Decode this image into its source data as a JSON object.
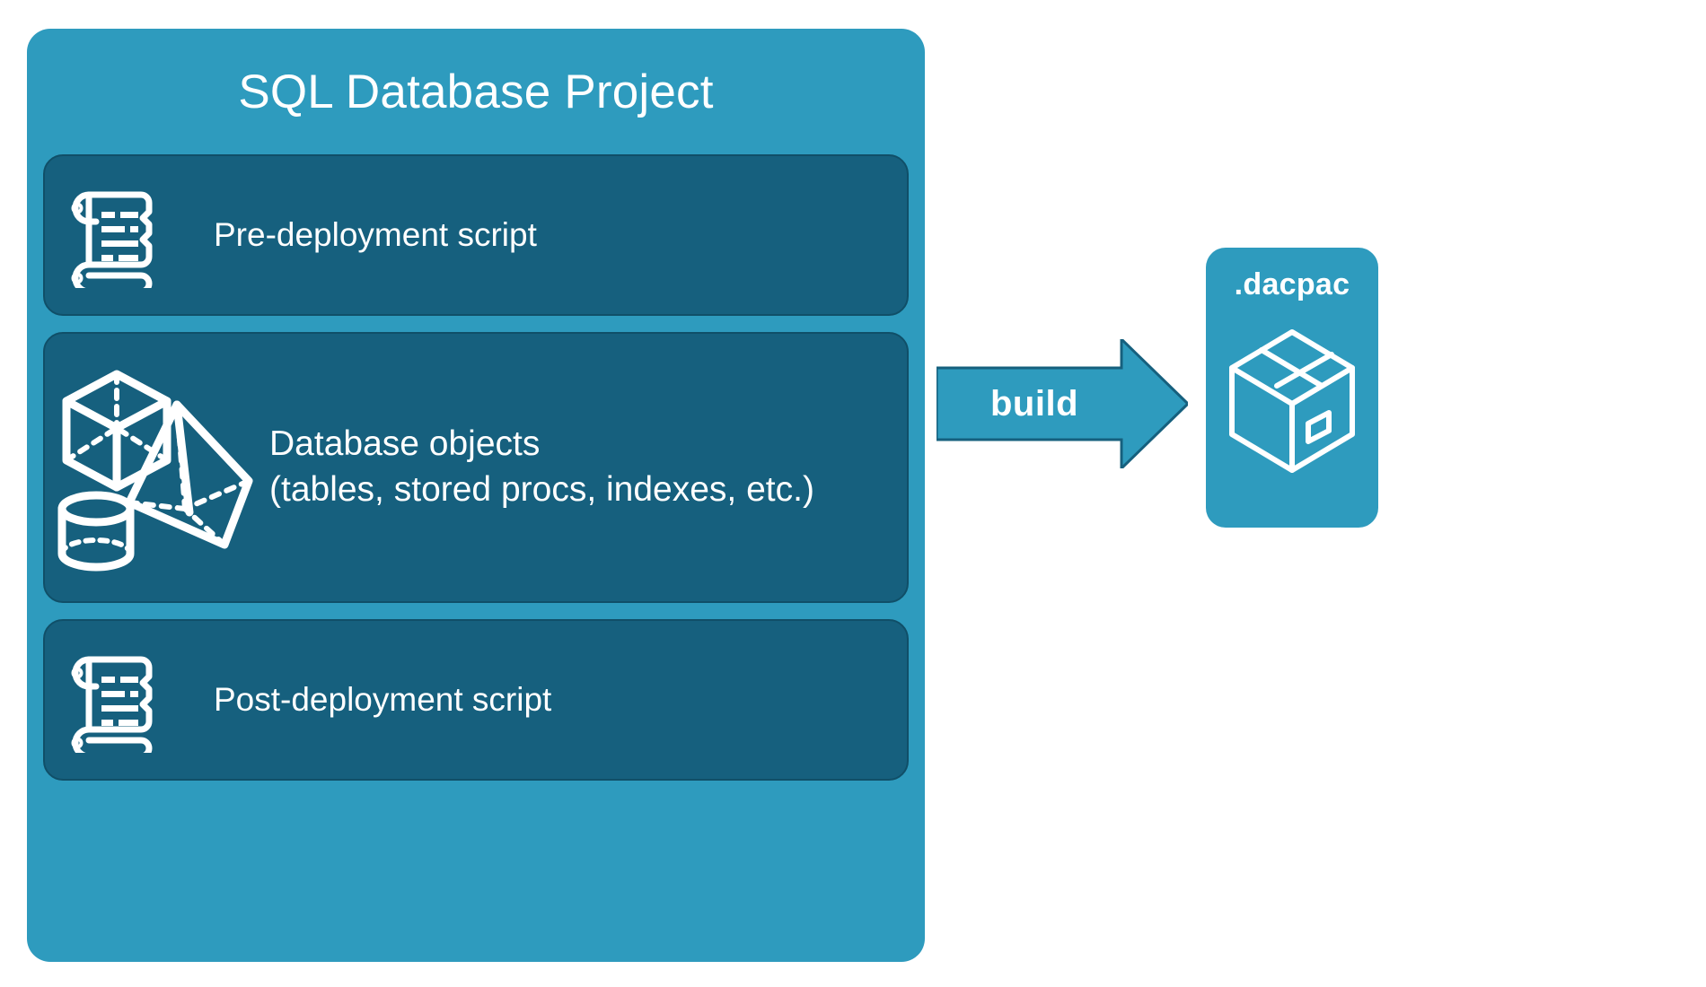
{
  "diagram": {
    "title": "SQL Database Project",
    "background_color": "#ffffff",
    "panel_color": "#2E9BBE",
    "card_color": "#16607E",
    "text_color": "#ffffff"
  },
  "project_panel": {
    "title": "SQL Database Project",
    "cards": [
      {
        "id": "pre-deployment",
        "label": "Pre-deployment script",
        "icon": "scroll-icon"
      },
      {
        "id": "database-objects",
        "label": "Database objects\n(tables, stored procs, indexes, etc.)",
        "line1": "Database objects",
        "line2": "(tables, stored procs, indexes, etc.)",
        "icon": "3d-shapes-icon"
      },
      {
        "id": "post-deployment",
        "label": "Post-deployment script",
        "icon": "scroll-icon"
      }
    ]
  },
  "connector": {
    "label": "build",
    "shape": "right-arrow",
    "color": "#2E9BBE"
  },
  "output": {
    "title": ".dacpac",
    "icon": "package-box-icon",
    "color": "#2E9BBE"
  }
}
